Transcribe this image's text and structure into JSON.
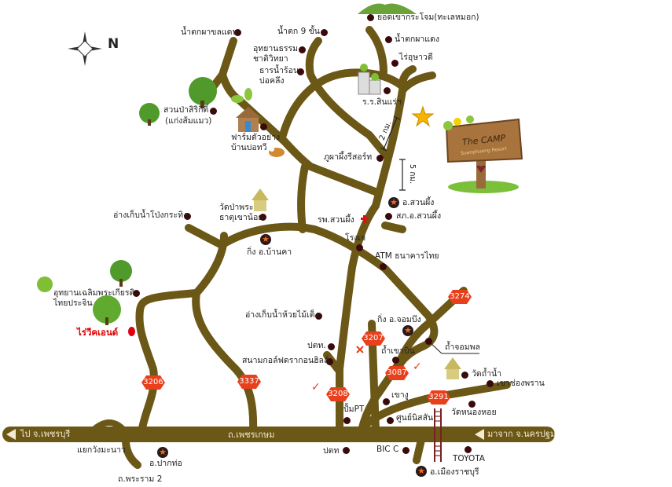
{
  "compass": {
    "north_label": "N"
  },
  "camp_sign": {
    "name": "The CAMP",
    "subtitle": "Suanphueng Resort"
  },
  "colors": {
    "road": "#6b5716",
    "route_shield": "#e8401c",
    "highlight": "#dd0000"
  },
  "distances": {
    "d1": "2 กม.",
    "d2": "5 กม."
  },
  "highway": {
    "name": "ถ.เพชรเกษม",
    "to_west": "ไป จ.เพชรบุรี",
    "from_east": "มาจาก จ.นครปฐม"
  },
  "routes": [
    "3206",
    "3337",
    "3208",
    "3207",
    "3087",
    "3291",
    "3274"
  ],
  "places": {
    "yod_khao": "ยอดเขากระโจม(ทะเลหมอก)",
    "namtok_phadaeng": "น้ำตกผาแดง",
    "rai_usawadee": "ไร่อุษาวดี",
    "school": "ร.ร.สินแร่ฯ",
    "namtok_khondaen": "น้ำตกผาขลแดน",
    "namtok_9": "น้ำตก 9 ขั้น",
    "park_1": "อุทยานธรรม",
    "park_2": "ชาติวิทยา",
    "hotspring_1": "ธารน้ำร้อน",
    "hotspring_2": "บ่อคลึง",
    "suanpa_1": "สวนป่าสิริกิติ์",
    "suanpa_2": "(แก่งส้มแมว)",
    "farm_1": "ฟาร์มตัวอย่าง",
    "farm_2": "บ้านบ่อทวี",
    "phupha": "ภูผาผึ้งรีสอร์ท",
    "amphoe_suanphueng": "อ.สวนผึ้ง",
    "police": "สภ.อ.สวนผึ้ง",
    "hospital": "รพ.สวนผึ้ง",
    "wat_1": "วัดป่าพระ",
    "wat_2": "ธาตุเขาน้อย",
    "reservoir_pong": "อ่างเก็บน้ำโป่งกระทิง",
    "ban_kha": "กิ่ง อ.บ้านคา",
    "rongje": "โรงเจ",
    "atm": "ATM ธนาคารไทย",
    "chaloem_1": "อุทยานเฉลิมพระเกียรติ",
    "chaloem_2": "ไทยประจิน",
    "rai_weekend": "ไร่วีคเอนด์",
    "reservoir_huai": "อ่างเก็บน้ำห้วยไม้เต็ง",
    "ptt_1": "ปตท.",
    "golf": "สนามกอล์ฟดรากอนฮิลล์",
    "pump_pt": "ปั้มPT",
    "ptt_2": "ปตท",
    "yaek": "แยกวังมะนาว",
    "pak_tho": "อ.ปากท่อ",
    "rama2": "ถ.พระราม 2",
    "chom_bueng": "กิ่ง อ.จอมบึง",
    "tham_chomphon": "ถ้ำจอมพล",
    "tham_khaobin": "ถ้ำเขาบิน",
    "wat_thamnam": "วัดถ้ำน้ำ",
    "khao_chongphran": "เขาช่องพราน",
    "khao_ngu": "เขางู",
    "wat_nonghoi": "วัดหนองหอย",
    "nissan": "ศูนย์นิสสัน",
    "bigc": "BIC C",
    "toyota": "TOYOTA",
    "mueang": "อ.เมืองราชบุรี"
  }
}
